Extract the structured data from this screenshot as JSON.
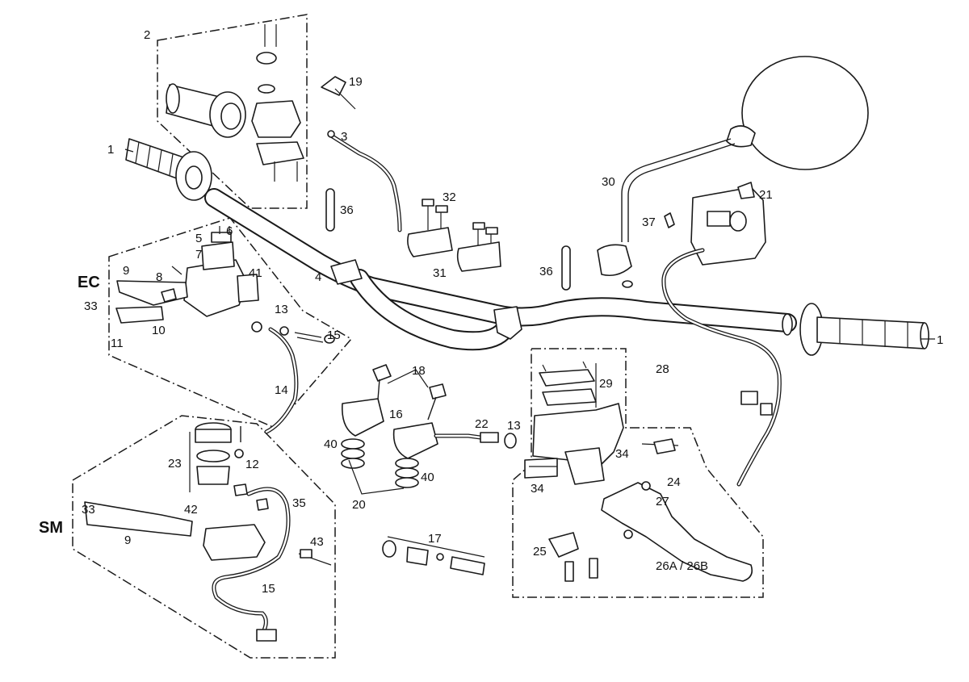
{
  "diagram": {
    "labels": {
      "l1a": "1",
      "l1b": "1",
      "l2": "2",
      "l3": "3",
      "l4": "4",
      "l5": "5",
      "l6": "6",
      "l7": "7",
      "l8": "8",
      "l9a": "9",
      "l9b": "9",
      "l10": "10",
      "l11": "11",
      "l12": "12",
      "l13a": "13",
      "l13b": "13",
      "l14": "14",
      "l15a": "15",
      "l15b": "15",
      "l16": "16",
      "l17": "17",
      "l18": "18",
      "l19": "19",
      "l20": "20",
      "l21": "21",
      "l22": "22",
      "l23": "23",
      "l24": "24",
      "l25": "25",
      "l26": "26A / 26B",
      "l27": "27",
      "l28": "28",
      "l29": "29",
      "l30": "30",
      "l31": "31",
      "l32": "32",
      "l33a": "33",
      "l33b": "33",
      "l34a": "34",
      "l34b": "34",
      "l35": "35",
      "l36a": "36",
      "l36b": "36",
      "l37": "37",
      "l40a": "40",
      "l40b": "40",
      "l41": "41",
      "l42": "42",
      "l43": "43",
      "ec": "EC",
      "sm": "SM"
    }
  }
}
